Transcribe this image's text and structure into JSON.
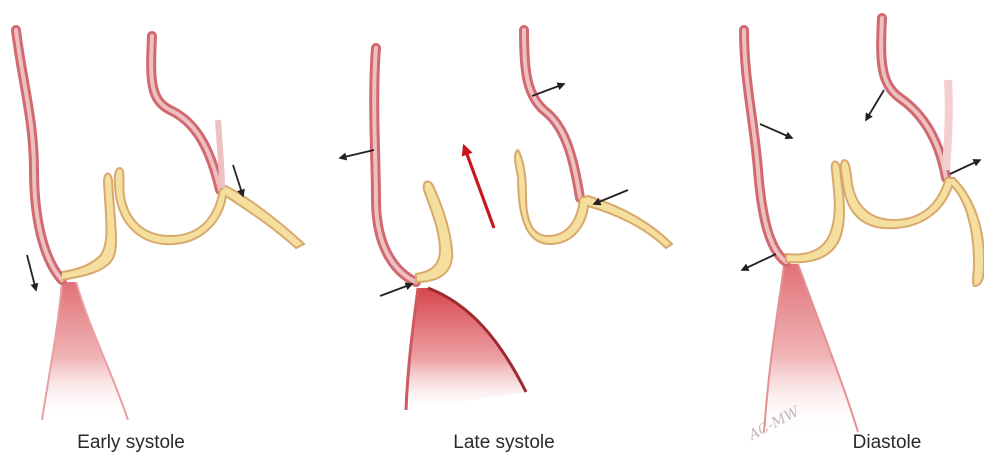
{
  "panels": [
    {
      "label": "Early systole"
    },
    {
      "label": "Late systole"
    },
    {
      "label": "Diastole"
    }
  ],
  "signature": "AC-MW",
  "colors": {
    "wall_red": "#d06a70",
    "wall_pink": "#eec0c2",
    "leaflet_yellow": "#f5df9e",
    "leaflet_outline": "#d8a96c",
    "blood_red": "#db5055",
    "arrow_black": "#222222",
    "arrow_red": "#c8151b"
  }
}
